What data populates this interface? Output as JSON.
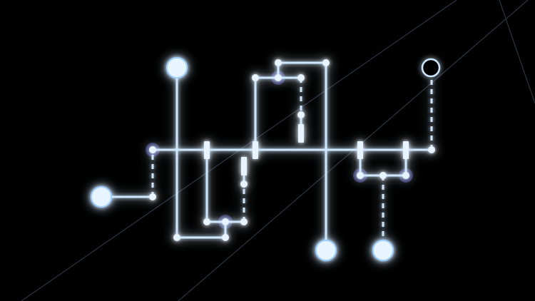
{
  "app": {
    "screen": "circuit-puzzle-board"
  },
  "colors": {
    "background": "#000000",
    "wire": "#cfe8ff",
    "glow": "#3aa6ff",
    "junction_halo": "#2a2a6a",
    "grid_line": "#2c3440"
  },
  "board": {
    "terminals": [
      {
        "name": "terminal-top-left",
        "state": "lit"
      },
      {
        "name": "terminal-left",
        "state": "lit"
      },
      {
        "name": "terminal-top-right",
        "state": "unlit"
      },
      {
        "name": "terminal-bottom-center",
        "state": "lit"
      },
      {
        "name": "terminal-bottom-right",
        "state": "lit"
      }
    ],
    "switches": [
      {
        "name": "switch-1"
      },
      {
        "name": "switch-2"
      },
      {
        "name": "switch-3"
      },
      {
        "name": "switch-4"
      },
      {
        "name": "switch-5"
      },
      {
        "name": "switch-6"
      }
    ],
    "junctions": [
      {
        "name": "junction-left"
      },
      {
        "name": "junction-top"
      },
      {
        "name": "junction-bottom"
      },
      {
        "name": "junction-right-a"
      },
      {
        "name": "junction-right-b"
      }
    ]
  }
}
